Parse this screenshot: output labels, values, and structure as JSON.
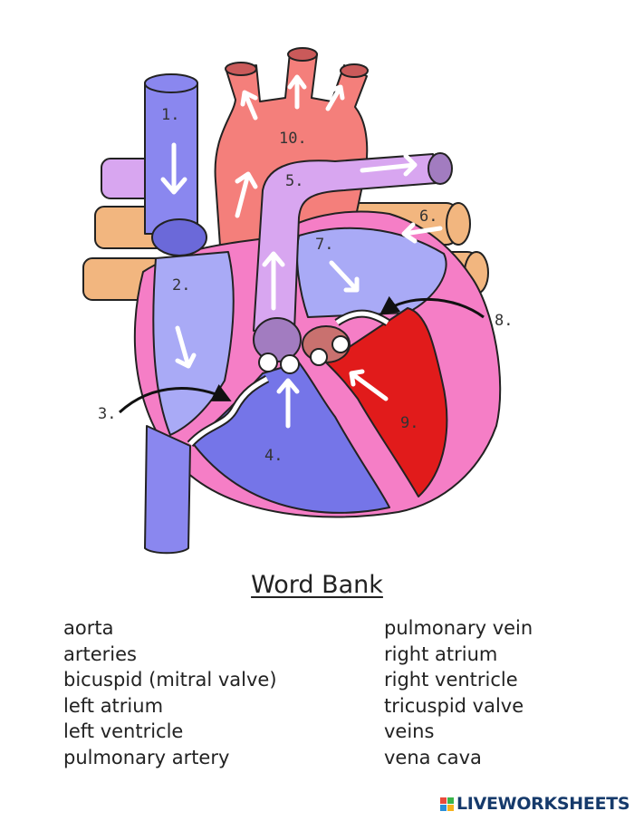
{
  "diagram": {
    "labels": [
      "1.",
      "2.",
      "3.",
      "4.",
      "5.",
      "6.",
      "7.",
      "8.",
      "9.",
      "10."
    ]
  },
  "word_bank": {
    "title": "Word Bank",
    "left": [
      "aorta",
      "arteries",
      "bicuspid (mitral valve)",
      "left atrium",
      "left ventricle",
      "pulmonary artery"
    ],
    "right": [
      "pulmonary vein",
      "right atrium",
      "right ventricle",
      "tricuspid valve",
      "veins",
      "vena cava"
    ]
  },
  "brand": {
    "text": "LIVEWORKSHEETS",
    "icon": "liveworksheets-logo-icon"
  },
  "colors": {
    "vena_cava": "#8a87ef",
    "right_side": "#a9aaf6",
    "right_ventricle": "#7575e8",
    "aorta": "#f47f7b",
    "pulmonary_artery": "#d8a6f0",
    "pulmonary_vein": "#f2b67f",
    "left_ventricle": "#e11b1b",
    "heart_wall": "#f57ec6"
  }
}
